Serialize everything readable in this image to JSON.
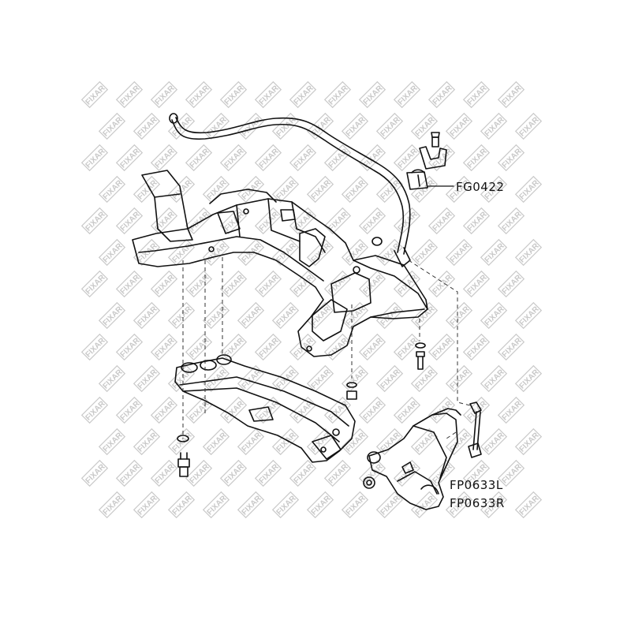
{
  "watermark": {
    "text": "FIXAR",
    "color": "#c9c9c9"
  },
  "colors": {
    "line": "#111111",
    "leader": "#333333",
    "background": "#ffffff"
  },
  "labels": {
    "bushing": "FG0422",
    "link_left": "FP0633L",
    "link_right": "FP0633R"
  }
}
